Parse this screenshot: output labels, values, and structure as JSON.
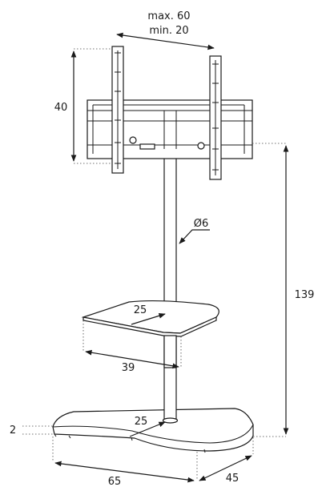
{
  "dimensions": {
    "vesa_max": "max. 60",
    "vesa_min": "min. 20",
    "bracket_height": "40",
    "pole_diameter": "Ø6",
    "total_height": "139",
    "shelf_depth": "25",
    "shelf_width": "39",
    "base_depth_label": "25",
    "base_thickness": "2",
    "base_width": "65",
    "base_depth": "45"
  }
}
